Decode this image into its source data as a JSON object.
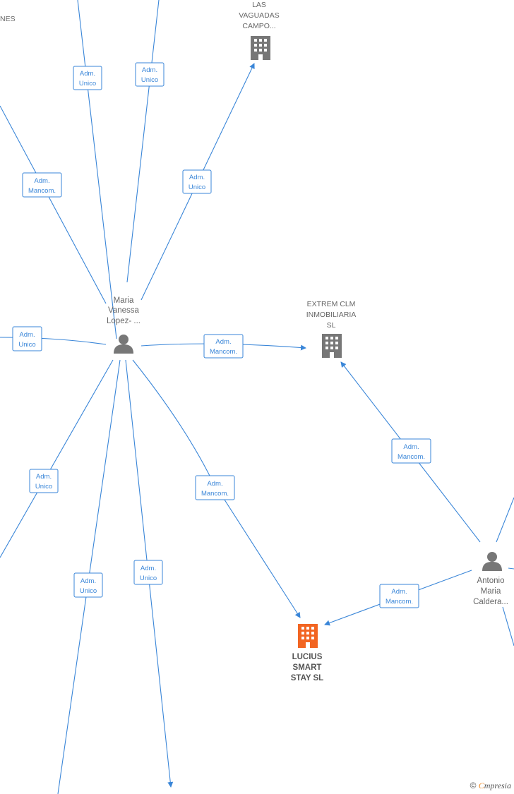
{
  "nodes": {
    "partial_left": "NES",
    "las_vaguadas": [
      "LAS",
      "VAGUADAS",
      "CAMPO..."
    ],
    "maria": [
      "Maria",
      "Vanessa",
      "Lopez- ..."
    ],
    "extrem": [
      "EXTREM CLM",
      "INMOBILIARIA",
      "SL"
    ],
    "antonio": [
      "Antonio",
      "Maria",
      "Caldera..."
    ],
    "lucius": [
      "LUCIUS",
      "SMART",
      "STAY  SL"
    ]
  },
  "edge_labels": [
    [
      "Adm.",
      "Unico"
    ],
    [
      "Adm.",
      "Unico"
    ],
    [
      "Adm.",
      "Mancom."
    ],
    [
      "Adm.",
      "Unico"
    ],
    [
      "Adm.",
      "Unico"
    ],
    [
      "Adm.",
      "Mancom."
    ],
    [
      "Adm.",
      "Unico"
    ],
    [
      "Adm.",
      "Mancom."
    ],
    [
      "Adm.",
      "Unico"
    ],
    [
      "Adm.",
      "Unico"
    ],
    [
      "Adm.",
      "Mancom."
    ],
    [
      "Adm.",
      "Mancom."
    ]
  ],
  "colors": {
    "edge": "#3a86d8",
    "icon": "#777777",
    "highlight": "#f26522"
  },
  "icons": {
    "person": "person-icon",
    "building": "building-icon"
  },
  "watermark": {
    "symbol": "©",
    "brand_first": "C",
    "brand_rest": "mpresia"
  }
}
